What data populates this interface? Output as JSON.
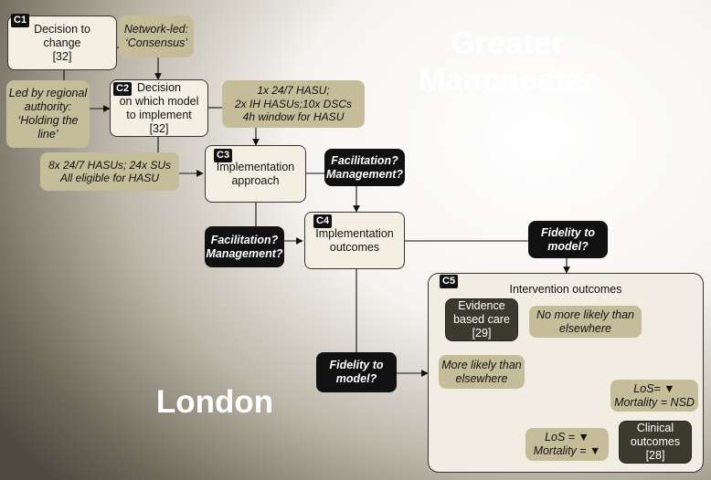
{
  "regions": {
    "top": [
      "Greater",
      "Manchester"
    ],
    "bottom": "London"
  },
  "components": {
    "c1": {
      "tag": "C1",
      "lines": [
        "Decision to",
        "change",
        "[32]"
      ]
    },
    "c2": {
      "tag": "C2",
      "lines": [
        "Decision",
        "on which model",
        "to implement",
        "[32]"
      ]
    },
    "c3": {
      "tag": "C3",
      "lines": [
        "Implementation",
        "approach"
      ]
    },
    "c4": {
      "tag": "C4",
      "lines": [
        "Implementation",
        "outcomes"
      ]
    },
    "c5": {
      "tag": "C5",
      "title": "Intervention outcomes"
    }
  },
  "notes": {
    "network_led": [
      "Network-led:",
      "‘Consensus’"
    ],
    "regional_authority": [
      "Led by regional",
      "authority:",
      "‘Holding the",
      "line’"
    ],
    "gm_model": [
      "1x 24/7 HASU;",
      "2x IH HASUs;10x DSCs",
      "4h window for HASU"
    ],
    "london_model": [
      "8x 24/7 HASUs; 24x SUs",
      "All eligible for HASU"
    ],
    "no_more_likely": [
      "No more likely than",
      "elsewhere"
    ],
    "more_likely": [
      "More likely than",
      "elsewhere"
    ],
    "los_nsd": [
      "LoS= ▼",
      "Mortality = NSD"
    ],
    "los_down": [
      "LoS = ▼",
      "Mortality = ▼"
    ]
  },
  "questions": {
    "facilitation_gm": [
      "Facilitation?",
      "Management?"
    ],
    "facilitation_london": [
      "Facilitation?",
      "Management?"
    ],
    "fidelity_gm": [
      "Fidelity to",
      "model?"
    ],
    "fidelity_london": [
      "Fidelity to",
      "model?"
    ]
  },
  "outcomes": {
    "evidence_based_care": [
      "Evidence",
      "based care",
      "[29]"
    ],
    "clinical_outcomes": [
      "Clinical",
      "outcomes",
      "[28]"
    ]
  },
  "colors": {
    "light_box": "#f3efe3",
    "tan_box": "#c5bd99",
    "black_box": "#111111",
    "dark_box": "#3b3a2d"
  }
}
